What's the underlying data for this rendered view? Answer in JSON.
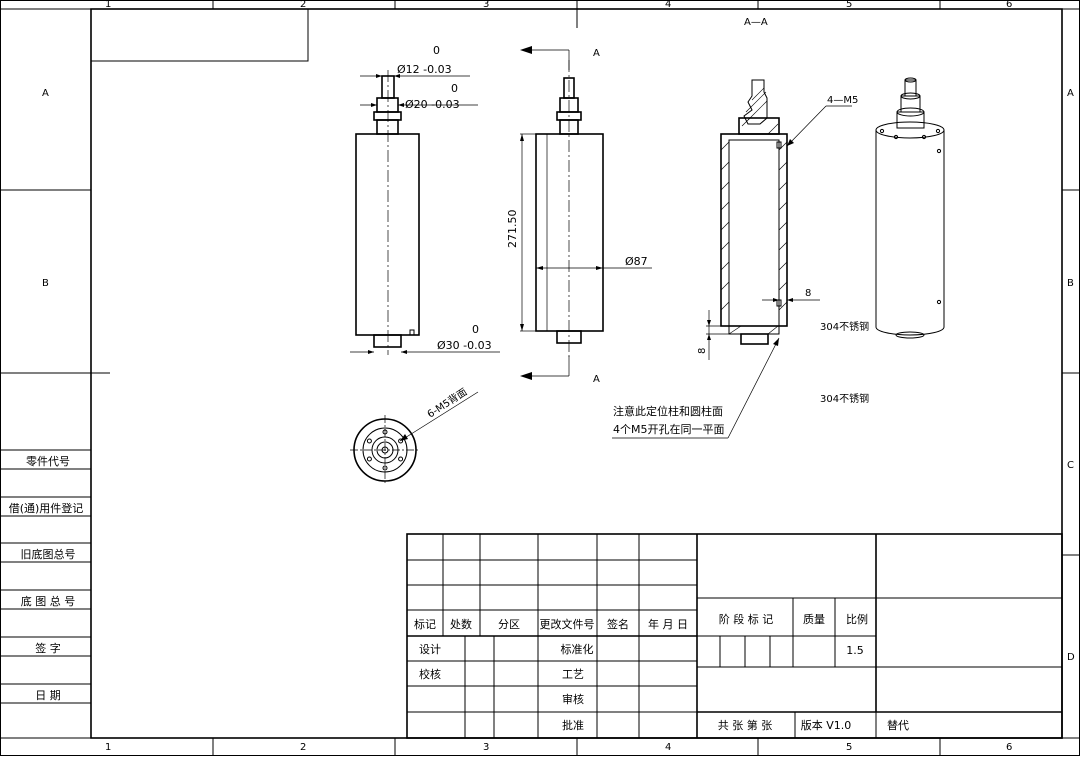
{
  "frame": {
    "col_labels": [
      "1",
      "2",
      "3",
      "4",
      "5",
      "6"
    ],
    "row_labels": [
      "A",
      "B",
      "C",
      "D"
    ]
  },
  "left_strip": [
    "零件代号",
    "借(通)用件登记",
    "旧底图总号",
    "底 图 总 号",
    "签    字",
    "日    期"
  ],
  "section_title": "A—A",
  "section_marker": "A",
  "dims": {
    "d12": "Ø12 -0.03",
    "d12_upper": "0",
    "d20": "Ø20 -0.03",
    "d20_upper": "0",
    "d30": "Ø30 -0.03",
    "d30_upper": "0",
    "length": "271.50",
    "d87": "Ø87",
    "holes_top": "4—M5",
    "wall": "8",
    "bottom": "8",
    "holes_bottom": "6-M5背面"
  },
  "material": [
    "304不锈钢",
    "304不锈钢"
  ],
  "note": [
    "注意此定位柱和圆柱面",
    "4个M5开孔在同一平面"
  ],
  "title_block": {
    "headers": [
      "标记",
      "处数",
      "分区",
      "更改文件号",
      "签名",
      "年 月 日"
    ],
    "rows": [
      [
        "设计",
        "标准化"
      ],
      [
        "校核",
        "工艺"
      ],
      [
        "",
        "审核"
      ],
      [
        "",
        "批准"
      ]
    ],
    "stage_label": "阶 段 标 记",
    "weight_label": "质量",
    "scale_label": "比例",
    "scale_value": "1.5",
    "bottom": [
      "共  张  第  张",
      "版本 V1.0",
      "替代"
    ]
  }
}
